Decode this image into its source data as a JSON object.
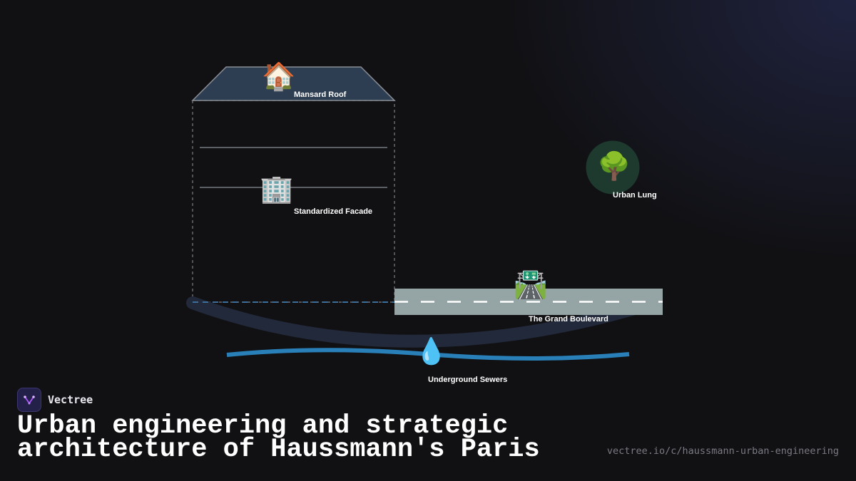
{
  "diagram": {
    "labels": {
      "roof": "Mansard Roof",
      "facade": "Standardized Facade",
      "tree": "Urban Lung",
      "boulevard": "The Grand Boulevard",
      "sewers": "Underground Sewers"
    },
    "icons": {
      "roof": "house-icon",
      "facade": "office-building-icon",
      "tree": "tree-icon",
      "boulevard": "motorway-icon",
      "sewers": "droplet-icon"
    },
    "colors": {
      "roof_fill": "#2d3e52",
      "road": "#95a5a6",
      "water": "#2980b9",
      "tree_circle": "#1e3a2f"
    }
  },
  "footer": {
    "brand": "Vectree",
    "title": "Urban engineering and strategic architecture of Haussmann's Paris",
    "url": "vectree.io/c/haussmann-urban-engineering"
  }
}
